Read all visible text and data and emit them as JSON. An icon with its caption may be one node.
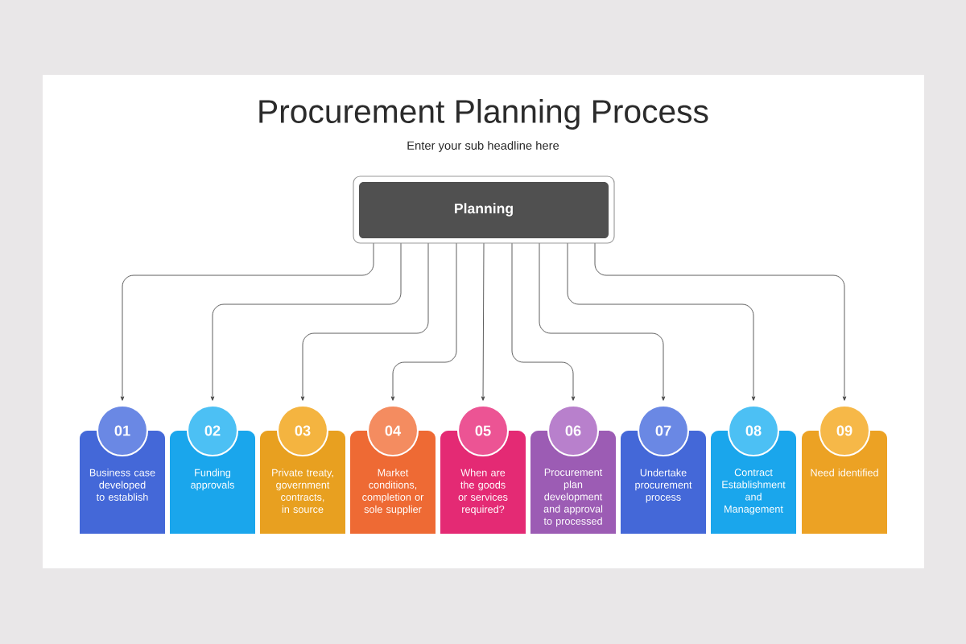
{
  "diagram": {
    "title": "Procurement Planning Process",
    "caption": "Enter your sub headline here",
    "nodes": [
      {
        "text": [
          "Planning"
        ]
      },
      {
        "text": [
          "01",
          "Business case developed to establish"
        ]
      },
      {
        "text": [
          "02",
          "Funding approvals"
        ]
      },
      {
        "text": [
          "03",
          "Private treaty, government contracts, in source"
        ]
      },
      {
        "text": [
          "04",
          "Market conditions, completion or sole supplier"
        ]
      },
      {
        "text": [
          "05",
          "When are the goods or services required?"
        ]
      },
      {
        "text": [
          "06",
          "Procurement plan development and approval to processed"
        ]
      },
      {
        "text": [
          "07",
          "Undertake procurement process"
        ]
      },
      {
        "text": [
          "08",
          "Contract Establishment and Management"
        ]
      },
      {
        "text": [
          "09",
          "Need identified"
        ]
      }
    ],
    "edges": [
      {
        "from": 0,
        "to": 1,
        "arrow": "to"
      },
      {
        "from": 0,
        "to": 2,
        "arrow": "to"
      },
      {
        "from": 0,
        "to": 3,
        "arrow": "to"
      },
      {
        "from": 0,
        "to": 4,
        "arrow": "to"
      },
      {
        "from": 0,
        "to": 5,
        "arrow": "to"
      },
      {
        "from": 0,
        "to": 6,
        "arrow": "to"
      },
      {
        "from": 0,
        "to": 7,
        "arrow": "to"
      },
      {
        "from": 0,
        "to": 8,
        "arrow": "to"
      },
      {
        "from": 0,
        "to": 9,
        "arrow": "to"
      }
    ]
  }
}
